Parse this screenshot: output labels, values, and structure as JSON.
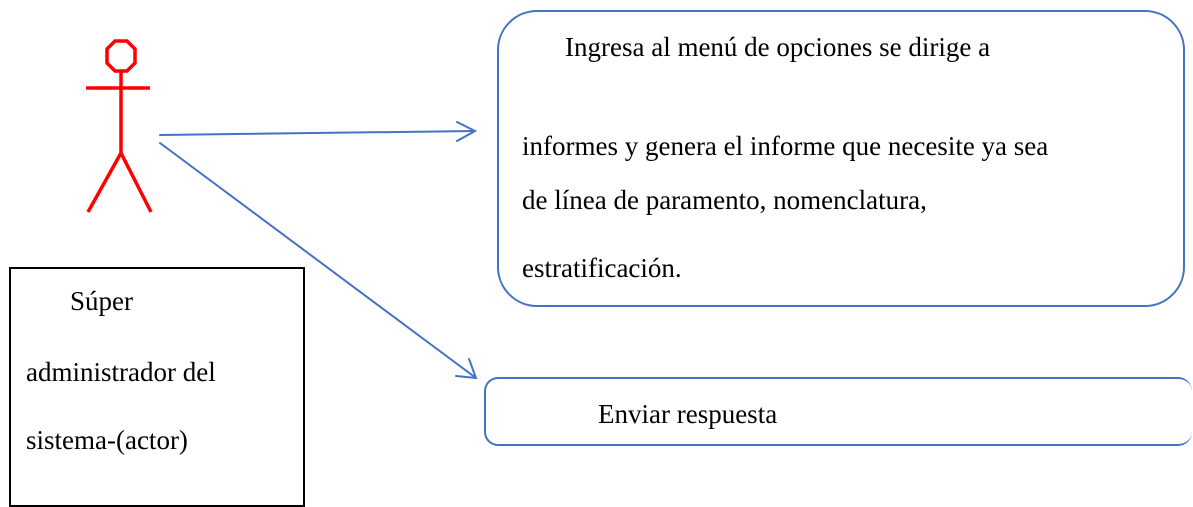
{
  "actor": {
    "label_lines": [
      "Súper",
      "administrador del",
      "sistema-(actor)"
    ],
    "figure_color": "#ff0000"
  },
  "process_box": {
    "lines": [
      "Ingresa al menú de opciones se dirige a",
      "informes y genera el informe que necesite ya sea",
      "de línea de paramento, nomenclatura,",
      "estratificación."
    ],
    "border_color": "#4472c4"
  },
  "response_box": {
    "label": "Enviar respuesta",
    "border_color": "#4472c4"
  },
  "connector_color": "#4472c4"
}
